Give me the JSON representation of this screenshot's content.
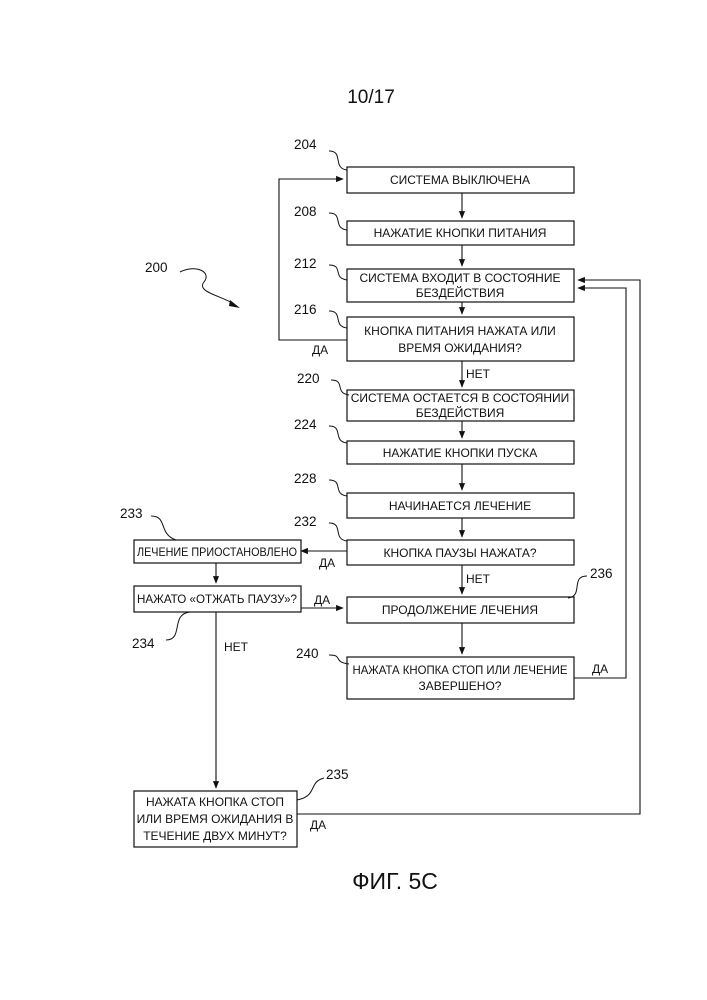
{
  "page_number": "10/17",
  "figure_caption": "ФИГ. 5С",
  "diagram_ref": "200",
  "nodes": {
    "n204": {
      "ref": "204",
      "text": [
        "СИСТЕМА ВЫКЛЮЧЕНА"
      ]
    },
    "n208": {
      "ref": "208",
      "text": [
        "НАЖАТИЕ КНОПКИ ПИТАНИЯ"
      ]
    },
    "n212": {
      "ref": "212",
      "text": [
        "СИСТЕМА ВХОДИТ В СОСТОЯНИЕ",
        "БЕЗДЕЙСТВИЯ"
      ]
    },
    "n216": {
      "ref": "216",
      "text": [
        "КНОПКА ПИТАНИЯ НАЖАТА ИЛИ",
        "ВРЕМЯ ОЖИДАНИЯ?"
      ]
    },
    "n220": {
      "ref": "220",
      "text": [
        "СИСТЕМА ОСТАЕТСЯ В СОСТОЯНИИ",
        "БЕЗДЕЙСТВИЯ"
      ]
    },
    "n224": {
      "ref": "224",
      "text": [
        "НАЖАТИЕ КНОПКИ ПУСКА"
      ]
    },
    "n228": {
      "ref": "228",
      "text": [
        "НАЧИНАЕТСЯ ЛЕЧЕНИЕ"
      ]
    },
    "n232": {
      "ref": "232",
      "text": [
        "КНОПКА ПАУЗЫ НАЖАТА?"
      ]
    },
    "n233": {
      "ref": "233",
      "text": [
        "ЛЕЧЕНИЕ ПРИОСТАНОВЛЕНО"
      ]
    },
    "n234": {
      "ref": "234",
      "text": [
        "НАЖАТО «ОТЖАТЬ ПАУЗУ»?"
      ]
    },
    "n236": {
      "ref": "236",
      "text": [
        "ПРОДОЛЖЕНИЕ ЛЕЧЕНИЯ"
      ]
    },
    "n240": {
      "ref": "240",
      "text": [
        "НАЖАТА КНОПКА СТОП ИЛИ ЛЕЧЕНИЕ",
        "ЗАВЕРШЕНО?"
      ]
    },
    "n235": {
      "ref": "235",
      "text": [
        "НАЖАТА КНОПКА СТОП",
        "ИЛИ ВРЕМЯ ОЖИДАНИЯ В",
        "ТЕЧЕНИЕ ДВУХ МИНУТ?"
      ]
    }
  },
  "edge_labels": {
    "yes": "ДА",
    "no": "НЕТ"
  }
}
